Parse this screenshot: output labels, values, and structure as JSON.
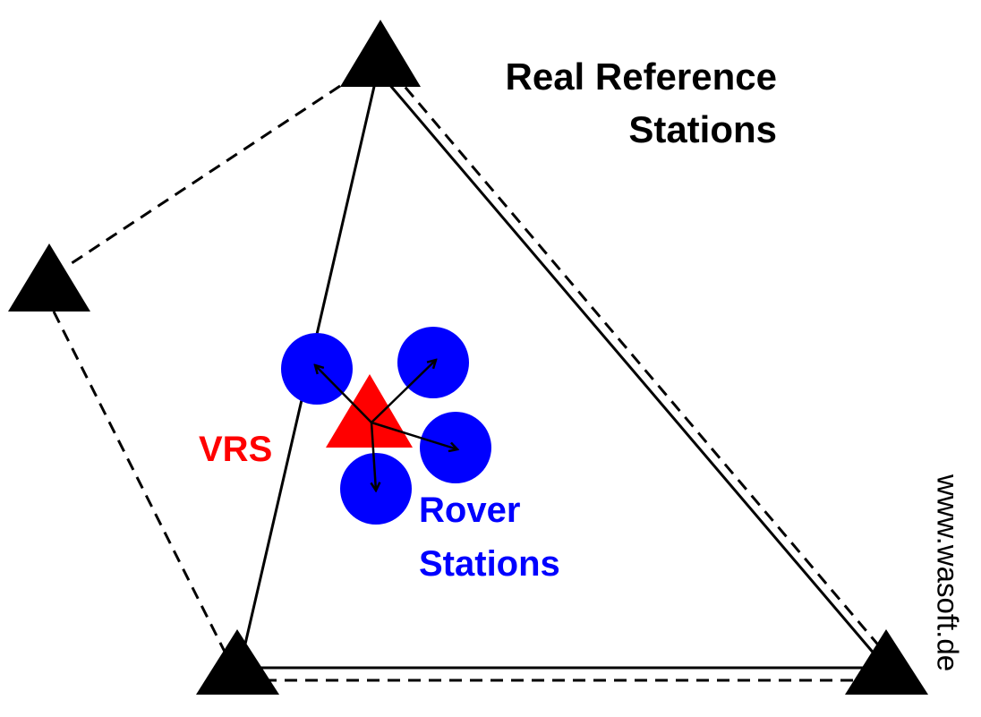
{
  "labels": {
    "real_reference_line1": "Real Reference",
    "real_reference_line2": "Stations",
    "vrs": "VRS",
    "rover_line1": "Rover",
    "rover_line2": "Stations",
    "watermark": "www.wasoft.de"
  },
  "colors": {
    "reference_station": "#000000",
    "vrs": "#ff0000",
    "rover": "#0000ff",
    "text_default": "#000000",
    "background": "#ffffff"
  },
  "icons": {
    "reference_station": "black-triangle",
    "vrs": "red-triangle",
    "rover": "blue-circle"
  }
}
